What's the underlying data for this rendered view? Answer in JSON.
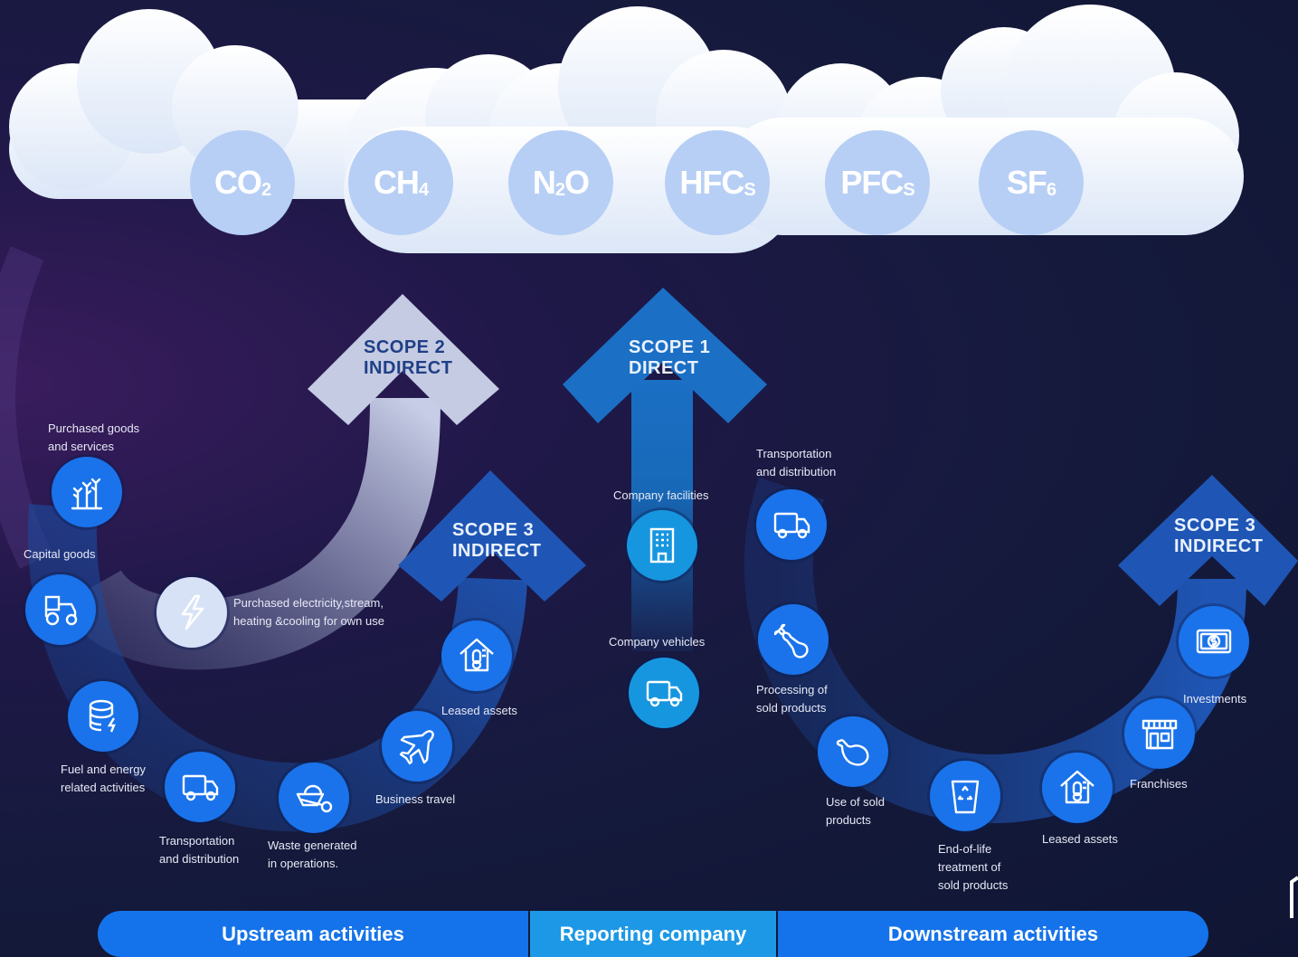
{
  "gases": [
    {
      "main": "CO",
      "sub": "2"
    },
    {
      "main": "CH",
      "sub": "4"
    },
    {
      "main": "N",
      "sub": "2",
      "tail": "O"
    },
    {
      "main": "HFC",
      "sub": "S"
    },
    {
      "main": "PFC",
      "sub": "S"
    },
    {
      "main": "SF",
      "sub": "6"
    }
  ],
  "scopes": {
    "scope2": "SCOPE 2\nINDIRECT",
    "scope1": "SCOPE 1\nDIRECT",
    "scope3_up": "SCOPE 3\nINDIRECT",
    "scope3_down": "SCOPE 3\nINDIRECT"
  },
  "upstream": {
    "purchased_goods": "Purchased goods\nand services",
    "capital_goods": "Capital goods",
    "purchased_electricity": "Purchased electricity,stream,\nheating &cooling for own use",
    "fuel_energy": "Fuel and energy\nrelated activities",
    "transportation": "Transportation\nand distribution",
    "waste": "Waste generated\nin operations.",
    "business_travel": "Business travel",
    "leased_assets": "Leased assets"
  },
  "reporting": {
    "facilities": "Company facilities",
    "vehicles": "Company vehicles"
  },
  "downstream": {
    "transportation": "Transportation\nand distribution",
    "processing": "Processing of\nsold products",
    "use": "Use of sold\nproducts",
    "end_of_life": "End-of-life\ntreatment of\nsold products",
    "leased_assets": "Leased assets",
    "franchises": "Franchises",
    "investments": "Investments"
  },
  "bottom_bar": {
    "upstream": "Upstream activities",
    "reporting": "Reporting company",
    "downstream": "Downstream activities"
  },
  "colors": {
    "cloud": "#eef3fb",
    "gas_circle": "#b7cff5",
    "icon_blue": "#1a73ea",
    "icon_cyan": "#1796e0",
    "arrow_dark": "#1e4fa6",
    "bar_blue": "#1473ea",
    "bar_cyan": "#1d98e6"
  }
}
